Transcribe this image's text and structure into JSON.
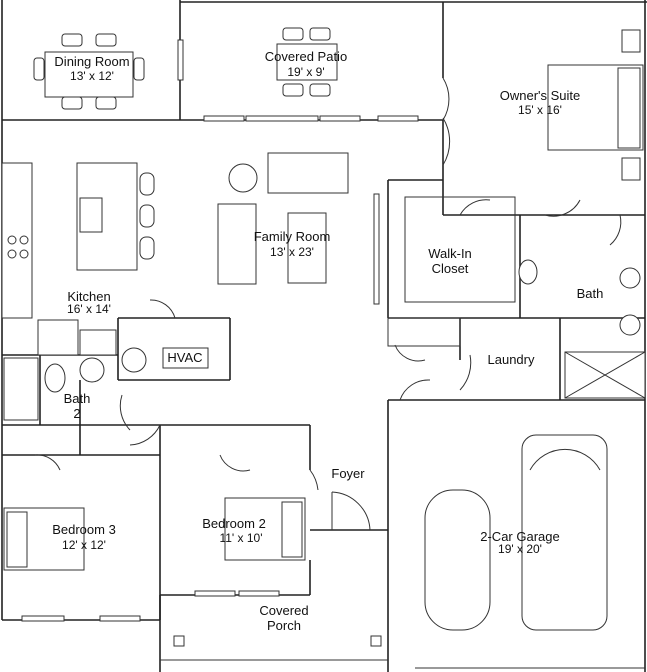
{
  "rooms": {
    "dining": {
      "name": "Dining Room",
      "dim": "13' x 12'"
    },
    "patio": {
      "name": "Covered Patio",
      "dim": "19' x 9'"
    },
    "owners": {
      "name": "Owner's Suite",
      "dim": "15' x 16'"
    },
    "family": {
      "name": "Family Room",
      "dim": "13' x 23'"
    },
    "walkin": {
      "name_line1": "Walk-In",
      "name_line2": "Closet"
    },
    "bath": {
      "name": "Bath"
    },
    "kitchen": {
      "name": "Kitchen",
      "dim": "16' x 14'"
    },
    "hvac": {
      "name": "HVAC"
    },
    "laundry": {
      "name": "Laundry"
    },
    "bath2": {
      "name_line1": "Bath",
      "name_line2": "2"
    },
    "foyer": {
      "name": "Foyer"
    },
    "bedroom3": {
      "name": "Bedroom 3",
      "dim": "12' x 12'"
    },
    "bedroom2": {
      "name": "Bedroom 2",
      "dim": "11' x 10'"
    },
    "garage": {
      "name": "2-Car Garage",
      "dim": "19' x 20'"
    },
    "porch": {
      "name_line1": "Covered",
      "name_line2": "Porch"
    }
  }
}
